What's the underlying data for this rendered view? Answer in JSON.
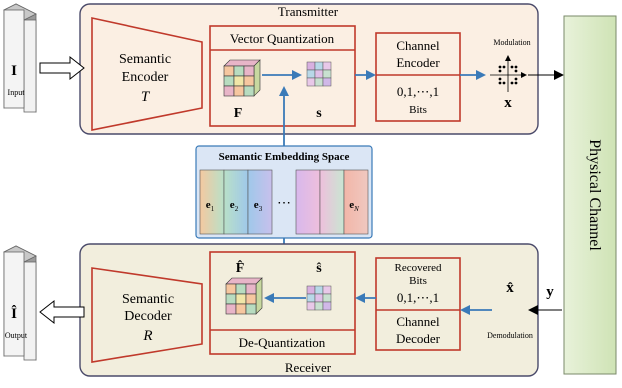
{
  "transmitter": {
    "title": "Transmitter",
    "encoder_line1": "Semantic",
    "encoder_line2": "Encoder",
    "encoder_symbol": "T",
    "vq_title": "Vector Quantization",
    "feature_label": "F",
    "index_label": "s",
    "channel_encoder_line1": "Channel",
    "channel_encoder_line2": "Encoder",
    "bits_value": "0,1,⋯,1",
    "bits_label": "Bits",
    "modulation_label": "Modulation",
    "tx_symbol": "x"
  },
  "input": {
    "symbol": "I",
    "label": "Input"
  },
  "embedding": {
    "title": "Semantic Embedding Space",
    "vectors": [
      "e",
      "e",
      "e",
      "⋯",
      "",
      "",
      "e"
    ],
    "subscripts": [
      "1",
      "2",
      "3",
      "",
      "",
      "",
      "N"
    ]
  },
  "physical_channel": {
    "label": "Physical Channel"
  },
  "receiver": {
    "title": "Receiver",
    "decoder_line1": "Semantic",
    "decoder_line2": "Decoder",
    "decoder_symbol": "R",
    "dq_title": "De-Quantization",
    "feature_label": "F̂",
    "index_label": "ŝ",
    "recovered_line1": "Recovered",
    "recovered_line2": "Bits",
    "bits_value": "0,1,⋯,1",
    "channel_decoder_line1": "Channel",
    "channel_decoder_line2": "Decoder",
    "demodulation_label": "Demodulation",
    "rx_symbol": "x̂",
    "y_symbol": "y"
  },
  "output": {
    "symbol": "Î",
    "label": "Output"
  },
  "colors": {
    "panel_fill": "#fbefe3",
    "receiver_fill": "#f2eedd",
    "panel_stroke": "#4a4a6a",
    "red": "#c0392b",
    "blue_arrow": "#3a7ab8",
    "channel_fill": "#dcebc8",
    "embed_fill": "#dbe6f5"
  }
}
